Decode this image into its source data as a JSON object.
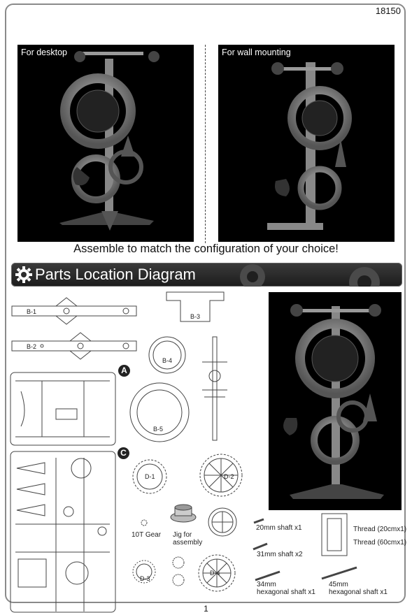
{
  "header": {
    "product_code": "18150"
  },
  "photos": [
    {
      "label": "For desktop"
    },
    {
      "label": "For wall mounting"
    }
  ],
  "caption": "Assemble to match the configuration of your choice!",
  "section_title": "Parts Location Diagram",
  "parts": {
    "b1": "B-1",
    "b2": "B-2",
    "b3": "B-3",
    "b4": "B-4",
    "b5": "B-5",
    "d1": "D-1",
    "d2": "D-2",
    "d3": "D-3",
    "d4": "D-4",
    "sprue_a": "A",
    "sprue_c": "C",
    "gear_10t": "10T Gear",
    "jig": "Jig for\nassembly",
    "shaft_20": "20mm shaft x1",
    "shaft_31": "31mm shaft x2",
    "shaft_34": "34mm\nhexagonal shaft x1",
    "shaft_45": "45mm\nhexagonal shaft x1",
    "thread_20": "Thread (20cmx1)",
    "thread_60": "Thread (60cmx1)"
  },
  "footer": {
    "page_number": "1"
  }
}
